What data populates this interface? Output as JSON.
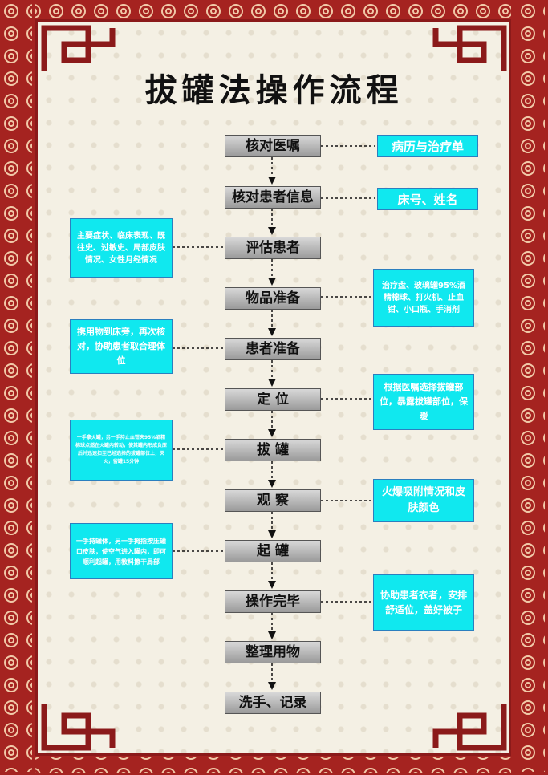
{
  "title": "拔罐法操作流程",
  "steps": [
    "核对医嘱",
    "核对患者信息",
    "评估患者",
    "物品准备",
    "患者准备",
    "定 位",
    "拔 罐",
    "观 察",
    "起 罐",
    "操作完毕",
    "整理用物",
    "洗手、记录"
  ],
  "notes": {
    "n1": "病历与治疗单",
    "n2": "床号、姓名",
    "n3": "主要症状、临床表现、既往史、过敏史、局部皮肤情况、女性月经情况",
    "n4": "治疗盘、玻璃罐95%酒精棉球、打火机、止血钳、小口瓶、手消剂",
    "n5": "携用物到床旁，再次核对，协助患者取合理体位",
    "n6": "根据医嘱选择拔罐部位，暴露拔罐部位，保暖",
    "n7": "一手拿火罐，另一手持止血钳夹95%酒精棉球点燃在火罐内转动，使其罐内形成负压后并迅速扣至已经选择的拔罐部位上，灭火，留罐15分钟",
    "n8": "火爆吸附情况和皮肤颜色",
    "n9": "一手持罐体，另一手拇指按压罐口皮肤，使空气进入罐内，即可顺利起罐，用教料擦干局部",
    "n10": "协助患者衣者，安排舒适位，盖好被子"
  },
  "colors": {
    "border": "#a52320",
    "note_bg": "#10e8ef",
    "step_bg": "#b8b8b8"
  }
}
